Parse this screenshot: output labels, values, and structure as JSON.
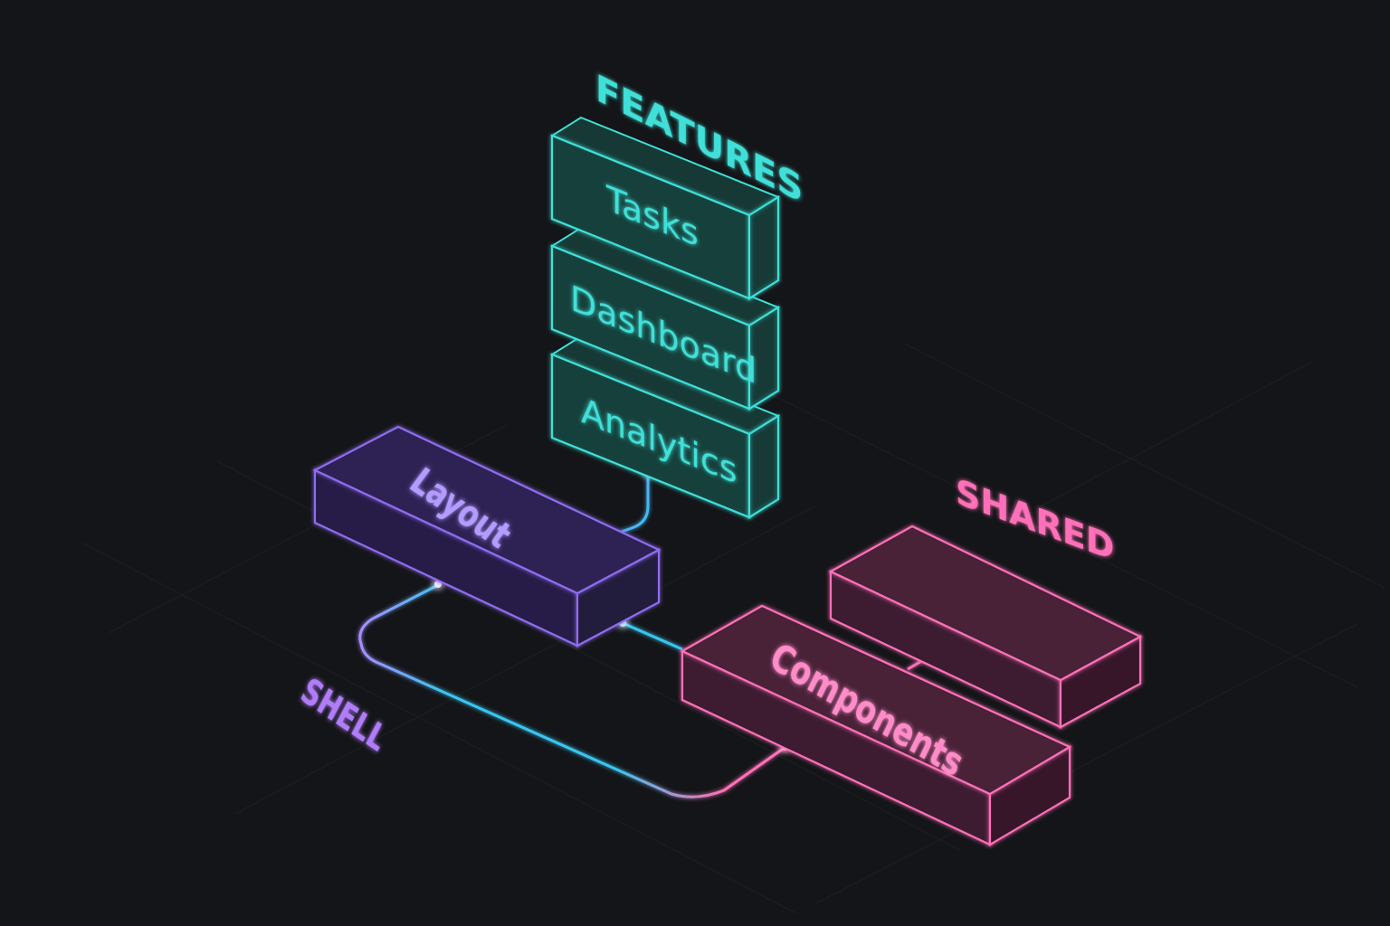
{
  "colors": {
    "background": "#141518",
    "features": "#3fe0d8",
    "features_fill": "#163f3b",
    "shell": "#8f6cf0",
    "shell_fill": "#2e2454",
    "shared": "#ff70b8",
    "shared_fill": "#4a2038",
    "connector_blue": "#39c6f0"
  },
  "groups": {
    "features": {
      "title": "FEATURES"
    },
    "shell": {
      "title": "SHELL"
    },
    "shared": {
      "title": "SHARED"
    }
  },
  "blocks": {
    "tasks": {
      "label": "Tasks"
    },
    "dashboard": {
      "label": "Dashboard"
    },
    "analytics": {
      "label": "Analytics"
    },
    "layout": {
      "label": "Layout"
    },
    "components": {
      "label": "Components"
    },
    "shared_block": {
      "label": ""
    }
  }
}
